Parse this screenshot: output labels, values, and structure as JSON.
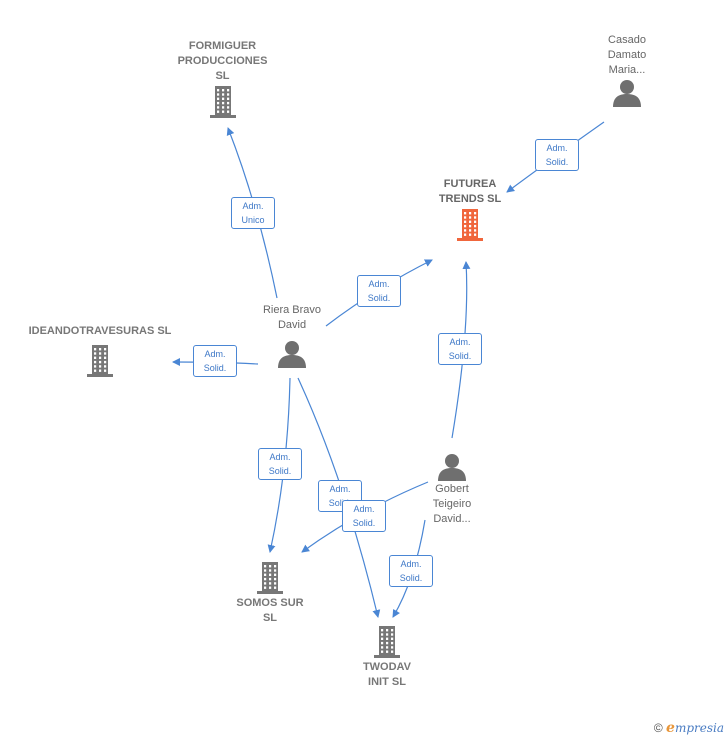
{
  "nodes": {
    "formiguer": {
      "label_lines": [
        "FORMIGUER",
        "PRODUCCIONES",
        "SL"
      ],
      "icon": "building-icon",
      "color": "#777777"
    },
    "casado": {
      "label_lines": [
        "Casado",
        "Damato",
        "Maria..."
      ],
      "icon": "person-icon",
      "color": "#666666"
    },
    "futurea": {
      "label_lines": [
        "FUTUREA",
        "TRENDS SL"
      ],
      "icon": "building-icon",
      "color": "#f0663c"
    },
    "riera": {
      "label_lines": [
        "Riera Bravo",
        "David"
      ],
      "icon": "person-icon",
      "color": "#666666"
    },
    "ideando": {
      "label_lines": [
        "IDEANDOTRAVESURAS SL"
      ],
      "icon": "building-icon",
      "color": "#777777"
    },
    "gobert": {
      "label_lines": [
        "Gobert",
        "Teigeiro",
        "David..."
      ],
      "icon": "person-icon",
      "color": "#666666"
    },
    "somos": {
      "label_lines": [
        "SOMOS SUR",
        "SL"
      ],
      "icon": "building-icon",
      "color": "#777777"
    },
    "twodav": {
      "label_lines": [
        "TWODAV",
        "INIT SL"
      ],
      "icon": "building-icon",
      "color": "#777777"
    }
  },
  "edges": [
    {
      "from": "riera",
      "to": "formiguer",
      "label": [
        "Adm.",
        "Unico"
      ]
    },
    {
      "from": "casado",
      "to": "futurea",
      "label": [
        "Adm.",
        "Solid."
      ]
    },
    {
      "from": "riera",
      "to": "futurea",
      "label": [
        "Adm.",
        "Solid."
      ]
    },
    {
      "from": "riera",
      "to": "ideando",
      "label": [
        "Adm.",
        "Solid."
      ]
    },
    {
      "from": "gobert",
      "to": "futurea",
      "label": [
        "Adm.",
        "Solid."
      ]
    },
    {
      "from": "riera",
      "to": "somos",
      "label": [
        "Adm.",
        "Solid."
      ]
    },
    {
      "from": "riera",
      "to": "twodav",
      "label": [
        "Adm.",
        "Solid."
      ]
    },
    {
      "from": "gobert",
      "to": "somos",
      "label": [
        "Adm.",
        "Solid."
      ]
    },
    {
      "from": "gobert",
      "to": "twodav",
      "label": [
        "Adm.",
        "Solid."
      ]
    }
  ],
  "colors": {
    "edge": "#4a86d4",
    "company": "#777777",
    "main_company": "#f0663c",
    "person": "#6f6f6f"
  },
  "brand": {
    "copyright": "©",
    "e": "e",
    "rest": "mpresia"
  }
}
